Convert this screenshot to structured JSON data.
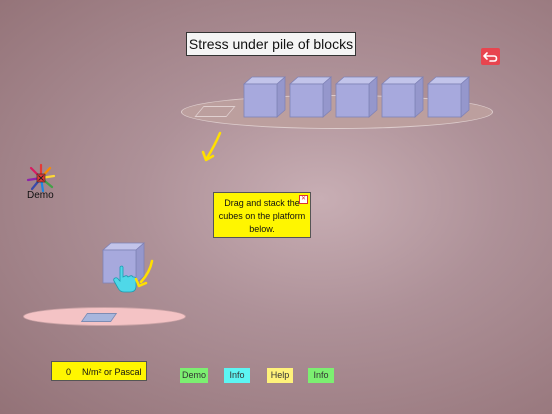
{
  "title": "Stress under pile of blocks",
  "tooltip": {
    "text": "Drag and stack the cubes on the platform below."
  },
  "readout": {
    "value": "0",
    "unit": "N/m² or Pascal"
  },
  "demo_label": "Demo",
  "buttons": {
    "demo": "Demo",
    "info1": "Info",
    "help": "Help",
    "info2": "Info"
  },
  "colors": {
    "cube_fill": "#a7a9dd",
    "tooltip_bg": "#fff600",
    "back_button": "#e8454f",
    "arrow": "#ffe000"
  },
  "icons": {
    "back": "undo-arrow-icon",
    "demo": "color-wheel-icon",
    "hand": "pointing-hand-icon"
  }
}
